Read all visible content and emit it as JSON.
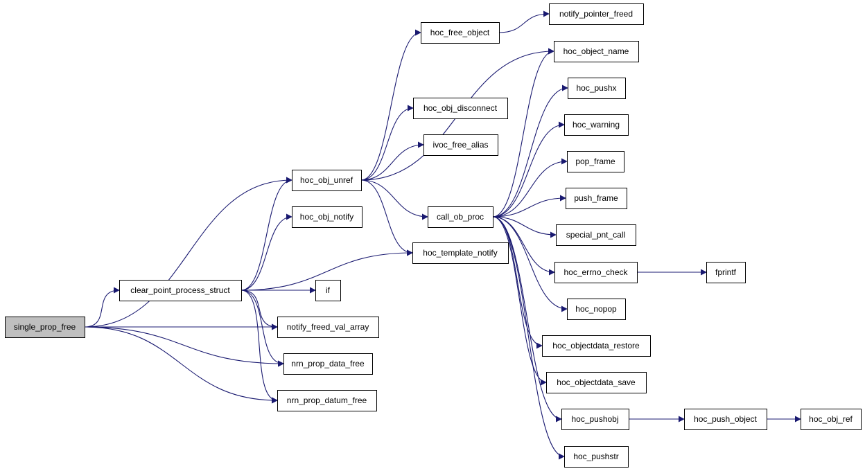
{
  "graph": {
    "root": "single_prop_free",
    "node_labels": {
      "single_prop_free": "single_prop_free",
      "clear_point_process_struct": "clear_point_process_struct",
      "hoc_obj_unref": "hoc_obj_unref",
      "hoc_obj_notify": "hoc_obj_notify",
      "hoc_template_notify": "hoc_template_notify",
      "if": "if",
      "notify_freed_val_array": "notify_freed_val_array",
      "nrn_prop_data_free": "nrn_prop_data_free",
      "nrn_prop_datum_free": "nrn_prop_datum_free",
      "hoc_free_object": "hoc_free_object",
      "notify_pointer_freed": "notify_pointer_freed",
      "hoc_obj_disconnect": "hoc_obj_disconnect",
      "ivoc_free_alias": "ivoc_free_alias",
      "call_ob_proc": "call_ob_proc",
      "hoc_object_name": "hoc_object_name",
      "hoc_pushx": "hoc_pushx",
      "hoc_warning": "hoc_warning",
      "pop_frame": "pop_frame",
      "push_frame": "push_frame",
      "special_pnt_call": "special_pnt_call",
      "hoc_errno_check": "hoc_errno_check",
      "fprintf": "fprintf",
      "hoc_nopop": "hoc_nopop",
      "hoc_objectdata_restore": "hoc_objectdata_restore",
      "hoc_objectdata_save": "hoc_objectdata_save",
      "hoc_pushobj": "hoc_pushobj",
      "hoc_push_object": "hoc_push_object",
      "hoc_obj_ref": "hoc_obj_ref",
      "hoc_pushstr": "hoc_pushstr"
    },
    "edges": [
      [
        "single_prop_free",
        "clear_point_process_struct"
      ],
      [
        "single_prop_free",
        "hoc_obj_unref"
      ],
      [
        "single_prop_free",
        "notify_freed_val_array"
      ],
      [
        "single_prop_free",
        "nrn_prop_data_free"
      ],
      [
        "single_prop_free",
        "nrn_prop_datum_free"
      ],
      [
        "clear_point_process_struct",
        "hoc_obj_unref"
      ],
      [
        "clear_point_process_struct",
        "hoc_obj_notify"
      ],
      [
        "clear_point_process_struct",
        "hoc_template_notify"
      ],
      [
        "clear_point_process_struct",
        "if"
      ],
      [
        "clear_point_process_struct",
        "notify_freed_val_array"
      ],
      [
        "clear_point_process_struct",
        "nrn_prop_data_free"
      ],
      [
        "clear_point_process_struct",
        "nrn_prop_datum_free"
      ],
      [
        "hoc_obj_unref",
        "hoc_free_object"
      ],
      [
        "hoc_obj_unref",
        "hoc_obj_disconnect"
      ],
      [
        "hoc_obj_unref",
        "ivoc_free_alias"
      ],
      [
        "hoc_obj_unref",
        "hoc_object_name"
      ],
      [
        "hoc_obj_unref",
        "call_ob_proc"
      ],
      [
        "hoc_obj_unref",
        "hoc_template_notify"
      ],
      [
        "hoc_free_object",
        "notify_pointer_freed"
      ],
      [
        "call_ob_proc",
        "hoc_object_name"
      ],
      [
        "call_ob_proc",
        "hoc_pushx"
      ],
      [
        "call_ob_proc",
        "hoc_warning"
      ],
      [
        "call_ob_proc",
        "pop_frame"
      ],
      [
        "call_ob_proc",
        "push_frame"
      ],
      [
        "call_ob_proc",
        "special_pnt_call"
      ],
      [
        "call_ob_proc",
        "hoc_errno_check"
      ],
      [
        "call_ob_proc",
        "hoc_nopop"
      ],
      [
        "call_ob_proc",
        "hoc_objectdata_restore"
      ],
      [
        "call_ob_proc",
        "hoc_objectdata_save"
      ],
      [
        "call_ob_proc",
        "hoc_pushobj"
      ],
      [
        "call_ob_proc",
        "hoc_pushstr"
      ],
      [
        "hoc_errno_check",
        "fprintf"
      ],
      [
        "hoc_pushobj",
        "hoc_push_object"
      ],
      [
        "hoc_push_object",
        "hoc_obj_ref"
      ]
    ],
    "colors": {
      "edge": "#191970",
      "root_fill": "#bfbfbf",
      "node_fill": "#ffffff",
      "node_border": "#000000"
    }
  }
}
